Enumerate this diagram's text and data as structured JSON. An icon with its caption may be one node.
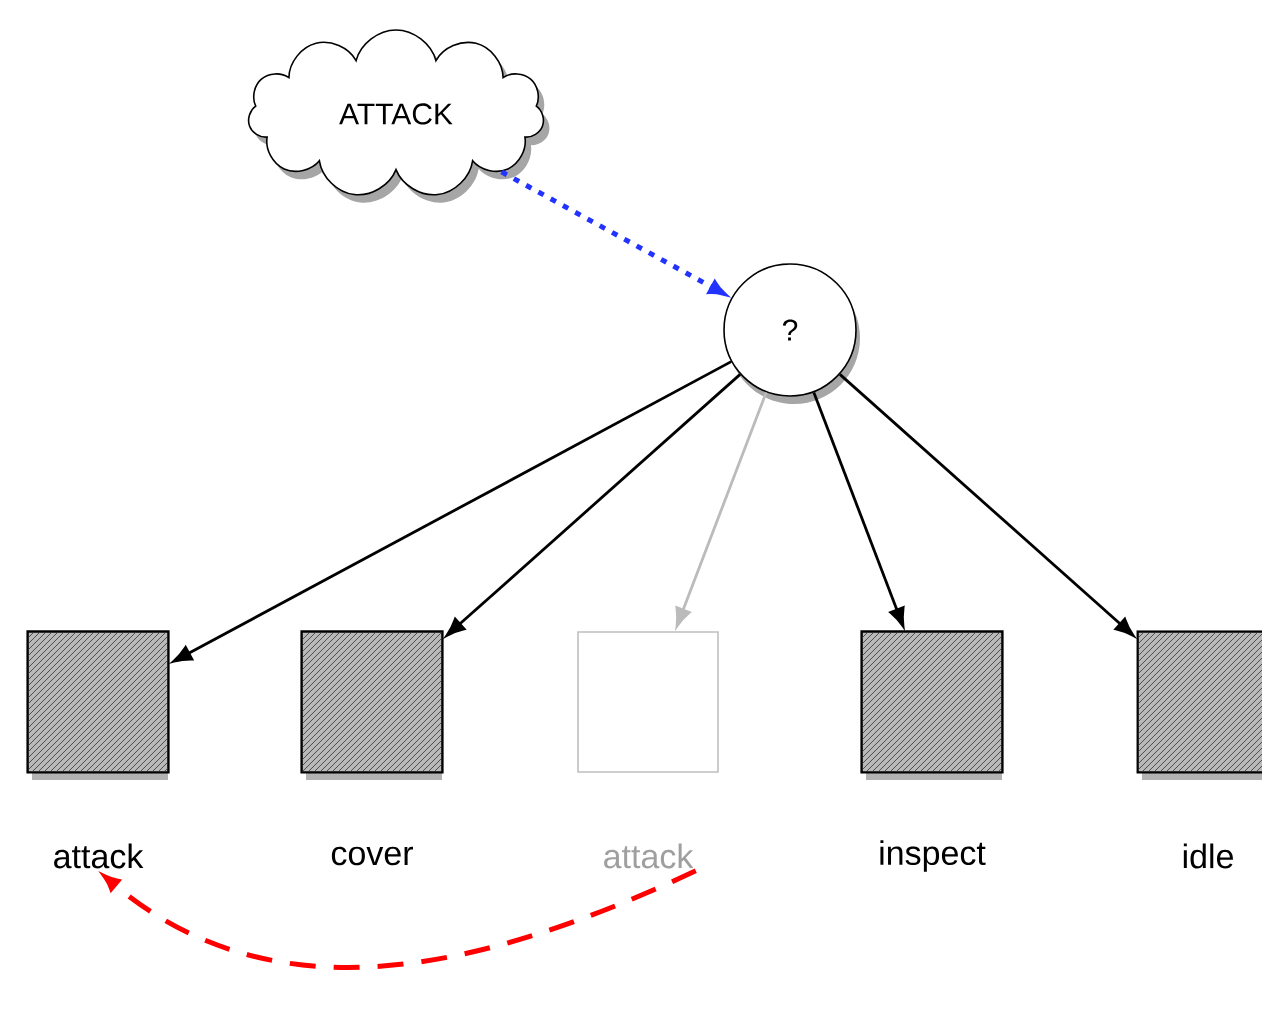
{
  "diagram": {
    "nodes": [
      {
        "text": [
          "ATTACK"
        ]
      },
      {
        "text": [
          "?"
        ]
      },
      {
        "text": [
          "attack"
        ]
      },
      {
        "text": [
          "cover"
        ]
      },
      {
        "text": [
          "attack"
        ]
      },
      {
        "text": [
          "inspect"
        ]
      },
      {
        "text": [
          "idle"
        ]
      }
    ],
    "edges": [
      {
        "from": 0,
        "to": 1,
        "arrow": "to",
        "style": "dashed",
        "color": "#2233ff"
      },
      {
        "from": 1,
        "to": 2,
        "arrow": "to"
      },
      {
        "from": 1,
        "to": 3,
        "arrow": "to"
      },
      {
        "from": 1,
        "to": 4,
        "arrow": "to",
        "color": "#bbbbbb"
      },
      {
        "from": 1,
        "to": 5,
        "arrow": "to"
      },
      {
        "from": 1,
        "to": 6,
        "arrow": "to"
      },
      {
        "from": 4,
        "to": 2,
        "arrow": "to",
        "style": "dashed",
        "color": "#ff0000"
      }
    ]
  }
}
